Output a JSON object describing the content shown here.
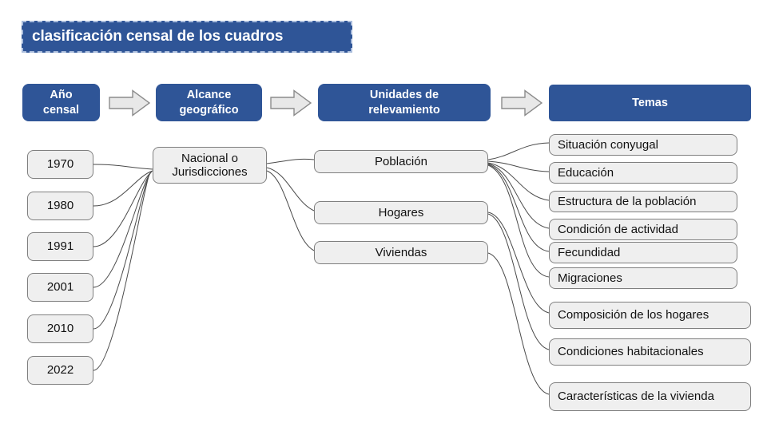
{
  "title": {
    "text": "clasificación censal de los cuadros"
  },
  "colors": {
    "brand_blue": "#2f5597",
    "node_fill": "#efefef",
    "node_border": "#7f7f7f",
    "arrow_fill": "#e8e8e8",
    "arrow_border": "#8c8c8c",
    "connector": "#4a4a4a",
    "title_text": "#ffffff"
  },
  "headers": [
    {
      "id": "anio",
      "line1": "Año",
      "line2": "censal"
    },
    {
      "id": "alcance",
      "line1": "Alcance",
      "line2": "geográfico"
    },
    {
      "id": "unidad",
      "line1": "Unidades de",
      "line2": "relevamiento"
    },
    {
      "id": "temas",
      "line1": "Temas",
      "line2": ""
    }
  ],
  "arrows": [
    {
      "name": "arrow-anio-to-alcance"
    },
    {
      "name": "arrow-alcance-to-unidades"
    },
    {
      "name": "arrow-unidades-to-temas"
    }
  ],
  "years": [
    {
      "label": "1970"
    },
    {
      "label": "1980"
    },
    {
      "label": "1991"
    },
    {
      "label": "2001"
    },
    {
      "label": "2010"
    },
    {
      "label": "2022"
    }
  ],
  "alcance": {
    "line1": "Nacional o",
    "line2": "Jurisdicciones"
  },
  "unidades": [
    {
      "label": "Población"
    },
    {
      "label": "Hogares"
    },
    {
      "label": "Viviendas"
    }
  ],
  "temas": [
    {
      "label": "Situación conyugal"
    },
    {
      "label": "Educación"
    },
    {
      "label": "Estructura de la población"
    },
    {
      "label": "Condición de actividad"
    },
    {
      "label": "Fecundidad"
    },
    {
      "label": "Migraciones"
    },
    {
      "label": "Composición de los hogares"
    },
    {
      "label": "Condiciones habitacionales"
    },
    {
      "label": "Características de la vivienda"
    }
  ]
}
